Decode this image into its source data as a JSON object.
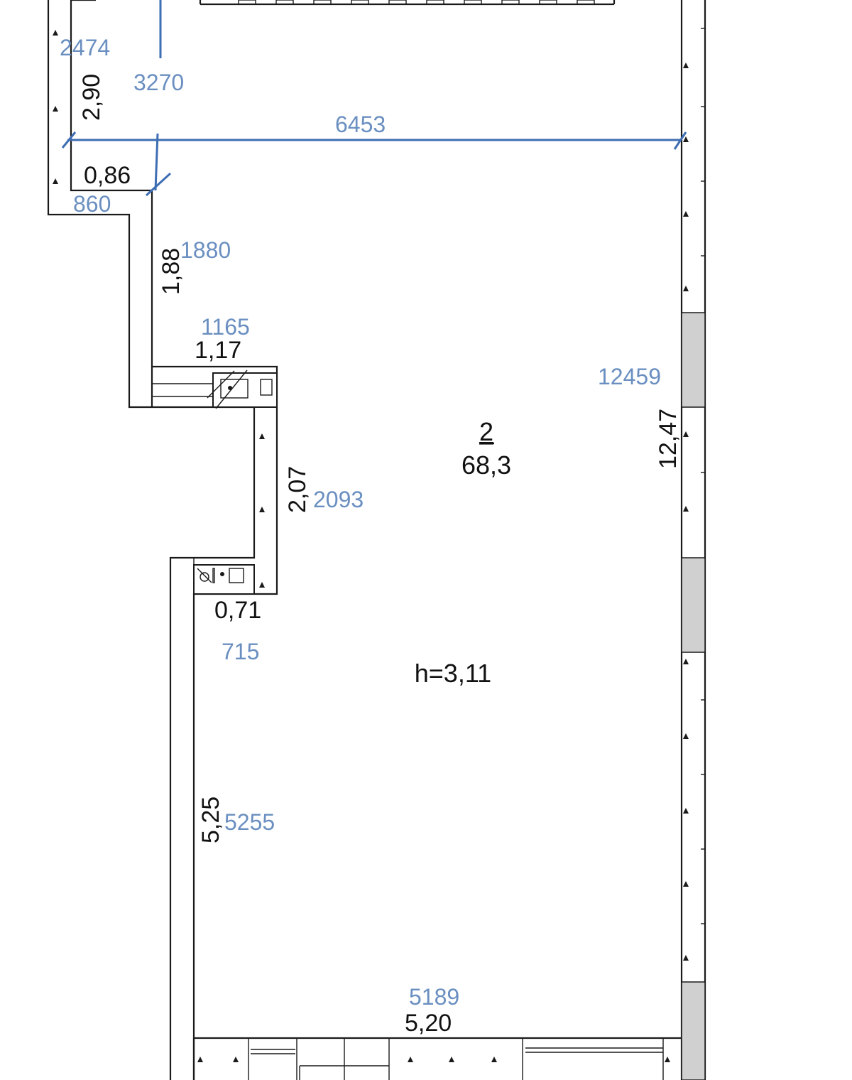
{
  "colors": {
    "wall": "#1a1a1a",
    "dimension_blue": "#6a8fc0",
    "dimension_line": "#3d6db3",
    "window_fill": "#d0d0d0"
  },
  "room": {
    "number": "2",
    "area": "68,3",
    "height": "h=3,11"
  },
  "dimensions": {
    "d_2474": "2474",
    "d_2_90": "2,90",
    "d_3270": "3270",
    "d_6453": "6453",
    "d_0_86": "0,86",
    "d_860": "860",
    "d_1_88": "1,88",
    "d_1880": "1880",
    "d_1165": "1165",
    "d_1_17": "1,17",
    "d_12459": "12459",
    "d_12_47": "12,47",
    "d_2_07": "2,07",
    "d_2093": "2093",
    "d_0_71": "0,71",
    "d_715": "715",
    "d_5_25": "5,25",
    "d_5255": "5255",
    "d_5189": "5189",
    "d_5_20": "5,20"
  }
}
